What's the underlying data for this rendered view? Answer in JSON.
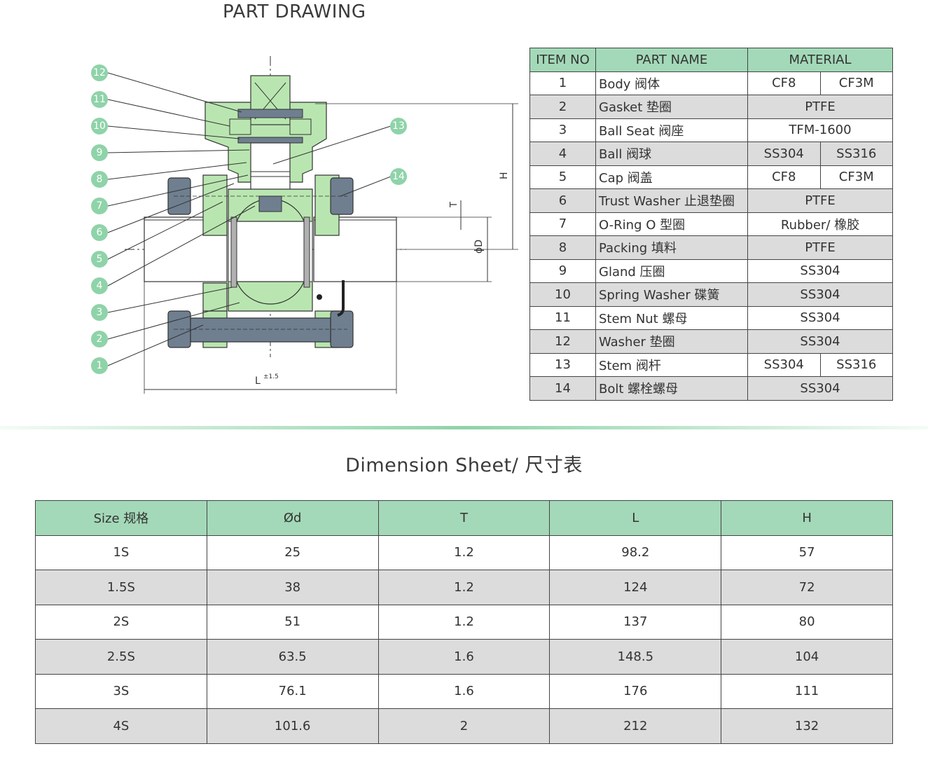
{
  "drawing_title": "PART DRAWING",
  "dimension_title": "Dimension Sheet/ 尺寸表",
  "drawing": {
    "callouts": [
      "12",
      "11",
      "10",
      "9",
      "8",
      "7",
      "6",
      "5",
      "4",
      "3",
      "2",
      "1",
      "13",
      "14"
    ],
    "labels": {
      "H": "H",
      "T": "T",
      "D": "ϕD",
      "L": "L",
      "L_tol": "±1.5"
    }
  },
  "parts_table": {
    "headers": [
      "ITEM NO",
      "PART NAME",
      "MATERIAL"
    ],
    "rows": [
      {
        "no": "1",
        "name": "Body 阀体",
        "m1": "CF8",
        "m2": "CF3M"
      },
      {
        "no": "2",
        "name": "Gasket 垫圈",
        "m1": "PTFE"
      },
      {
        "no": "3",
        "name": "Ball Seat 阀座",
        "m1": "TFM-1600"
      },
      {
        "no": "4",
        "name": "Ball 阀球",
        "m1": "SS304",
        "m2": "SS316"
      },
      {
        "no": "5",
        "name": "Cap 阀盖",
        "m1": "CF8",
        "m2": "CF3M"
      },
      {
        "no": "6",
        "name": "Trust Washer 止退垫圈",
        "m1": "PTFE"
      },
      {
        "no": "7",
        "name": "O-Ring O 型圈",
        "m1": "Rubber/ 橡胶"
      },
      {
        "no": "8",
        "name": "Packing 填料",
        "m1": "PTFE"
      },
      {
        "no": "9",
        "name": "Gland 压圈",
        "m1": "SS304"
      },
      {
        "no": "10",
        "name": "Spring Washer 碟簧",
        "m1": "SS304"
      },
      {
        "no": "11",
        "name": "Stem Nut 螺母",
        "m1": "SS304"
      },
      {
        "no": "12",
        "name": "Washer 垫圈",
        "m1": "SS304"
      },
      {
        "no": "13",
        "name": "Stem 阀杆",
        "m1": "SS304",
        "m2": "SS316"
      },
      {
        "no": "14",
        "name": "Bolt 螺栓螺母",
        "m1": "SS304"
      }
    ]
  },
  "dimension_table": {
    "headers": [
      "Size 规格",
      "Ød",
      "T",
      "L",
      "H"
    ],
    "rows": [
      [
        "1S",
        "25",
        "1.2",
        "98.2",
        "57"
      ],
      [
        "1.5S",
        "38",
        "1.2",
        "124",
        "72"
      ],
      [
        "2S",
        "51",
        "1.2",
        "137",
        "80"
      ],
      [
        "2.5S",
        "63.5",
        "1.6",
        "148.5",
        "104"
      ],
      [
        "3S",
        "76.1",
        "1.6",
        "176",
        "111"
      ],
      [
        "4S",
        "101.6",
        "2",
        "212",
        "132"
      ]
    ]
  },
  "colors": {
    "header_green": "#a3d9b8",
    "part_green": "#b9e6b0",
    "callout_green": "#8fd3a9",
    "bolt_blue": "#6f7f90",
    "row_gray": "#dcdcdc"
  }
}
